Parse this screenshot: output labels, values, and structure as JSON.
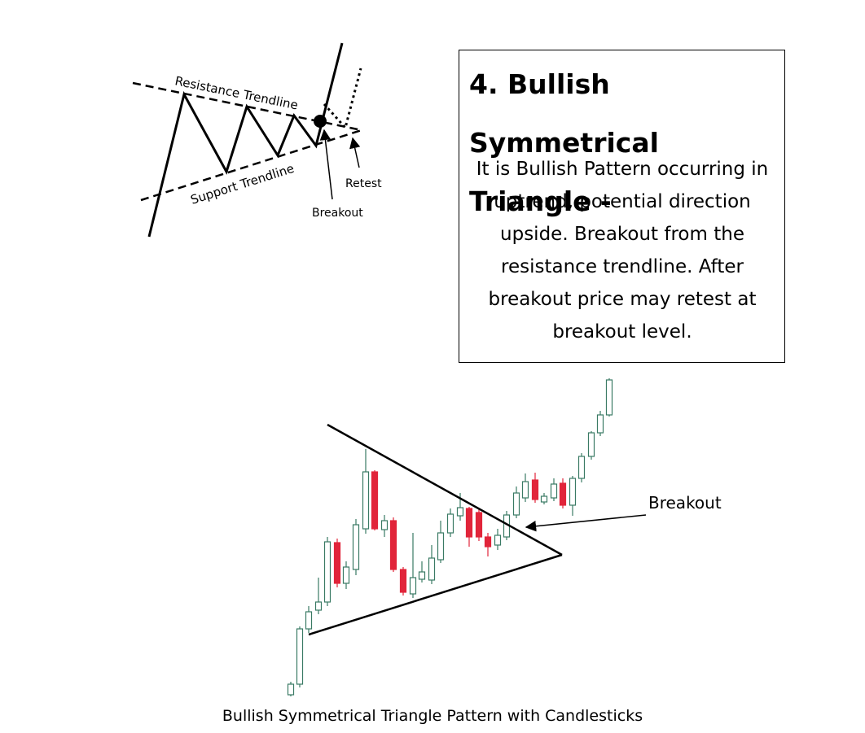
{
  "top_diagram": {
    "resistance_label": "Resistance Trendline",
    "support_label": "Support Trendline",
    "breakout_label": "Breakout",
    "retest_label": "Retest"
  },
  "info_box": {
    "title_line1": "4. Bullish Symmetrical",
    "title_line2": "Triangle -",
    "body": "It is Bullish Pattern occurring in uptrend, potential direction upside. Breakout from the resistance trendline. After breakout price may retest at breakout level."
  },
  "candle_chart": {
    "breakout_label": "Breakout",
    "colors": {
      "bullish": "#3a7a64",
      "bearish": "#e1253a",
      "line": "#000000"
    }
  },
  "caption": "Bullish Symmetrical Triangle Pattern with Candlesticks"
}
